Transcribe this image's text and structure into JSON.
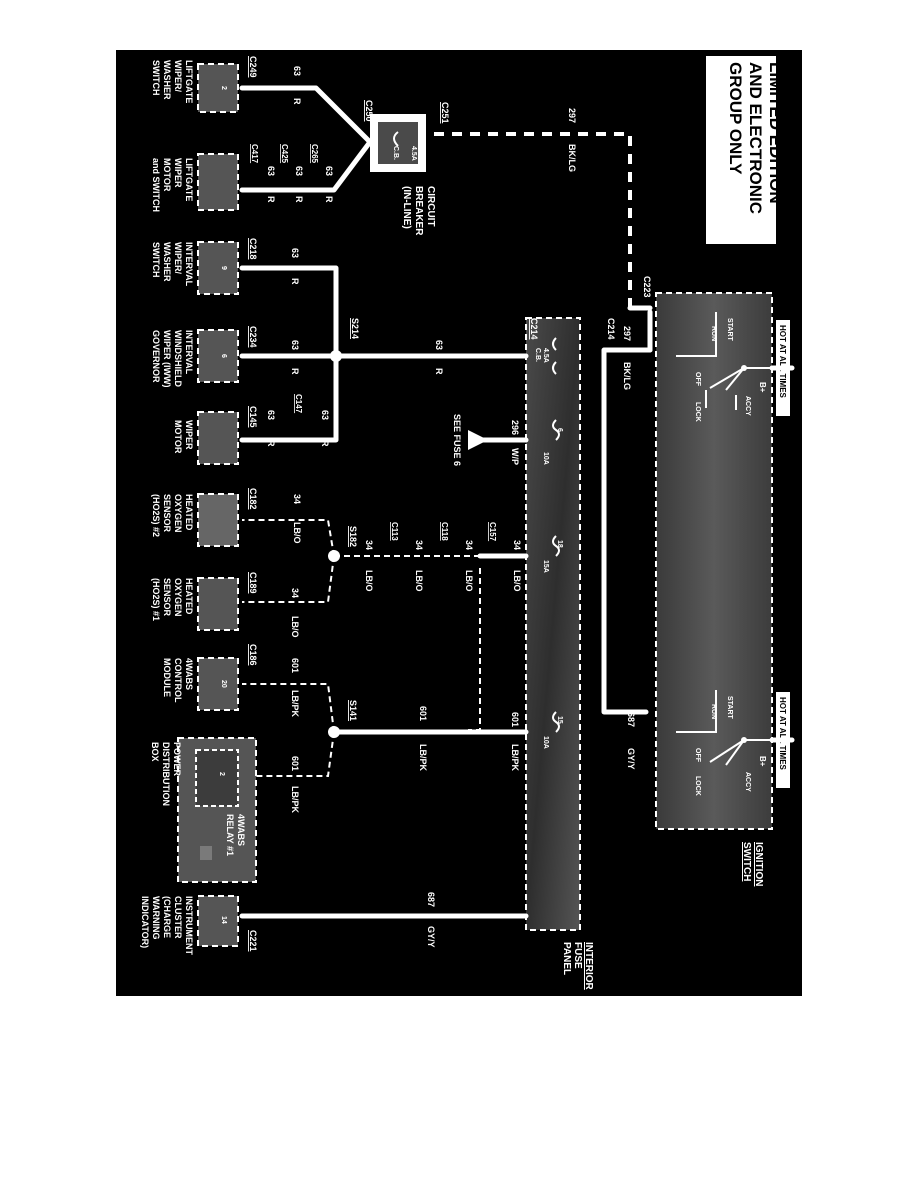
{
  "banner": {
    "line1": "LIMITED EDITION",
    "line2": "AND ELECTRONIC",
    "line3": "GROUP ONLY"
  },
  "switches": {
    "hot1": "HOT AT ALL TIMES",
    "hot2": "HOT AT ALL TIMES",
    "b_plus": "B+",
    "accy": "ACCY",
    "start": "START",
    "run": "RUN",
    "off": "OFF",
    "lock": "LOCK",
    "ignition_l1": "IGNITION",
    "ignition_l2": "SWITCH"
  },
  "fuse_panel": {
    "label_l1": "INTERIOR",
    "label_l2": "FUSE",
    "label_l3": "PANEL",
    "f1_rating": "4.5A",
    "f1_type": "C.B.",
    "f2_num": "6",
    "f2_rating": "10A",
    "f3_num": "18",
    "f3_rating": "15A",
    "f4_num": "15",
    "f4_rating": "10A"
  },
  "breaker": {
    "rating": "4.5A",
    "type": "C.B.",
    "label_l1": "CIRCUIT",
    "label_l2": "BREAKER",
    "label_l3": "(IN-LINE)"
  },
  "connectors": {
    "c249": "C249",
    "c250": "C250",
    "c251": "C251",
    "c417": "C417",
    "c425": "C425",
    "c265": "C265",
    "c223": "C223",
    "c214a": "C214",
    "c214b": "C214",
    "c218": "C218",
    "c234": "C234",
    "c145": "C145",
    "c147": "C147",
    "c182": "C182",
    "c113": "C113",
    "c118": "C118",
    "c157": "C157",
    "c189": "C189",
    "c186": "C186",
    "c221": "C221",
    "s214": "S214",
    "s182": "S182",
    "s141": "S141"
  },
  "wires": {
    "w297_num": "297",
    "w297_col": "BK/LG",
    "w297b_num": "297",
    "w297b_col": "BK/LG",
    "w687_num": "687",
    "w687_col": "GY/Y",
    "w687b_num": "687",
    "w687b_col": "GY/Y",
    "w63_1_num": "63",
    "w63_1_col": "R",
    "w63_2_num": "63",
    "w63_2_col": "R",
    "w63_3_num": "63",
    "w63_3_col": "R",
    "w63_4_num": "63",
    "w63_4_col": "R",
    "w63_5_num": "63",
    "w63_5_col": "R",
    "w63_6_num": "63",
    "w63_6_col": "R",
    "w63_7_num": "63",
    "w63_7_col": "R",
    "w63_8_num": "63",
    "w63_8_col": "R",
    "w63_9_num": "63",
    "w63_9_col": "R",
    "w63_10_num": "63",
    "w63_10_col": "R",
    "w296_num": "296",
    "w296_col": "W/P",
    "see_fuse": "SEE FUSE 6",
    "w34_1_num": "34",
    "w34_1_col": "LB/O",
    "w34_2_num": "34",
    "w34_2_col": "LB/O",
    "w34_3_num": "34",
    "w34_3_col": "LB/O",
    "w34_4_num": "34",
    "w34_4_col": "LB/O",
    "w34_5_num": "34",
    "w34_5_col": "LB/O",
    "w34_6_num": "34",
    "w34_6_col": "LB/O",
    "w601_1_num": "601",
    "w601_1_col": "LB/PK",
    "w601_2_num": "601",
    "w601_2_col": "LB/PK",
    "w601_3_num": "601",
    "w601_3_col": "LB/PK",
    "w601_4_num": "601",
    "w601_4_col": "LB/PK"
  },
  "components": {
    "liftgate_switch": {
      "pin": "2",
      "l1": "LIFTGATE",
      "l2": "WIPER/",
      "l3": "WASHER",
      "l4": "SWITCH"
    },
    "liftgate_motor": {
      "l1": "LIFTGATE",
      "l2": "WIPER",
      "l3": "MOTOR",
      "l4": "and SWITCH"
    },
    "interval_switch": {
      "pin": "9",
      "l1": "INTERVAL",
      "l2": "WIPER/",
      "l3": "WASHER",
      "l4": "SWITCH"
    },
    "iww_governor": {
      "pin": "6",
      "l1": "INTERVAL",
      "l2": "WINDSHIELD",
      "l3": "WIPER (IWW)",
      "l4": "GOVERNOR"
    },
    "wiper_motor": {
      "l1": "WIPER",
      "l2": "MOTOR"
    },
    "ho2s2": {
      "l1": "HEATED",
      "l2": "OXYGEN",
      "l3": "SENSOR",
      "l4": "(HO2S) #2"
    },
    "ho2s1": {
      "l1": "HEATED",
      "l2": "OXYGEN",
      "l3": "SENSOR",
      "l4": "(HO2S) #1"
    },
    "abs_module": {
      "pin": "20",
      "l1": "4WABS",
      "l2": "CONTROL",
      "l3": "MODULE"
    },
    "pdb": {
      "pin": "2",
      "relay_l1": "4WABS",
      "relay_l2": "RELAY #1",
      "l1": "POWER",
      "l2": "DISTRIBUTION",
      "l3": "BOX"
    },
    "cluster": {
      "pin": "14",
      "l1": "INSTRUMENT",
      "l2": "CLUSTER",
      "l3": "(CHARGE",
      "l4": "WARNING",
      "l5": "INDICATOR)"
    }
  },
  "colors": {
    "background": "#000000",
    "wire": "#ffffff",
    "box": "#555555",
    "page": "#ffffff"
  }
}
